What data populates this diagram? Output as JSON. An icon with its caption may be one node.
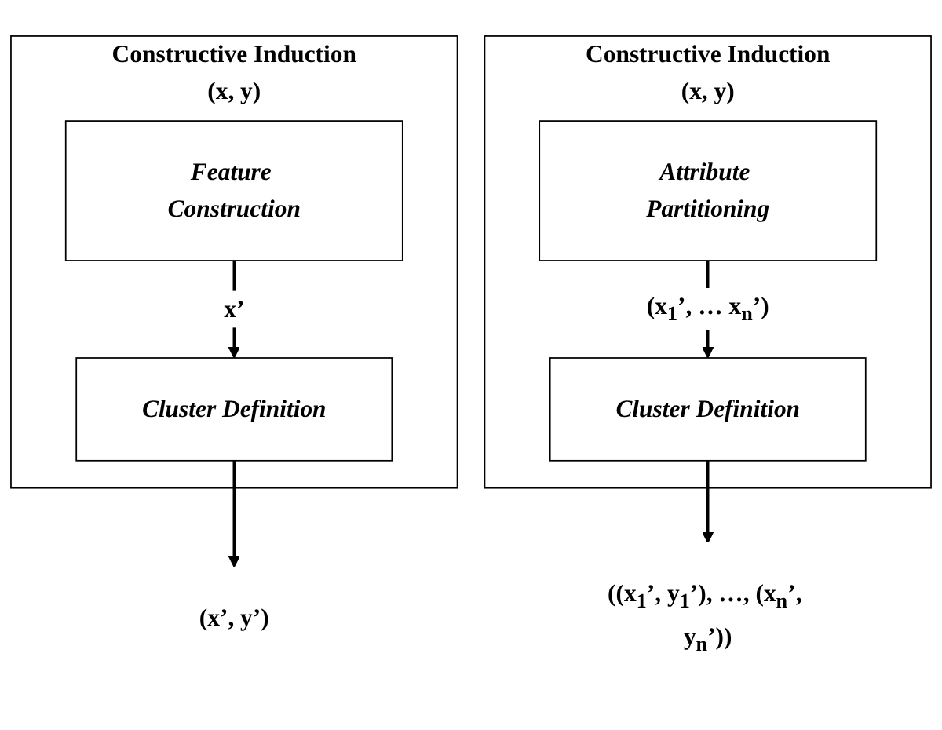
{
  "diagram": {
    "nodes": [
      {
        "text": [
          "Constructive Induction",
          "(x, y)"
        ]
      },
      {
        "text": [
          "Feature Construction"
        ],
        "in": 0
      },
      {
        "text": [
          "Cluster Definition"
        ],
        "in": 0
      },
      {
        "text": [
          "Constructive Induction",
          "(x, y)"
        ]
      },
      {
        "text": [
          "Attribute Partitioning"
        ],
        "in": 3
      },
      {
        "text": [
          "Cluster Definition"
        ],
        "in": 3
      },
      {
        "text": [
          "(x’, y’)"
        ]
      },
      {
        "text": [
          "((x$_{1}$’, y$_{1}$’), …, (x$_{n}$’, y$_{n}$’))"
        ]
      }
    ],
    "edges": [
      {
        "from": 1,
        "to": 2,
        "arrow": "to",
        "label": "x’"
      },
      {
        "from": 2,
        "to": 6,
        "arrow": "to"
      },
      {
        "from": 4,
        "to": 5,
        "arrow": "to",
        "label": "(x$_{1}$’, … x$_{n}$’)"
      },
      {
        "from": 5,
        "to": 7,
        "arrow": "to"
      }
    ]
  }
}
